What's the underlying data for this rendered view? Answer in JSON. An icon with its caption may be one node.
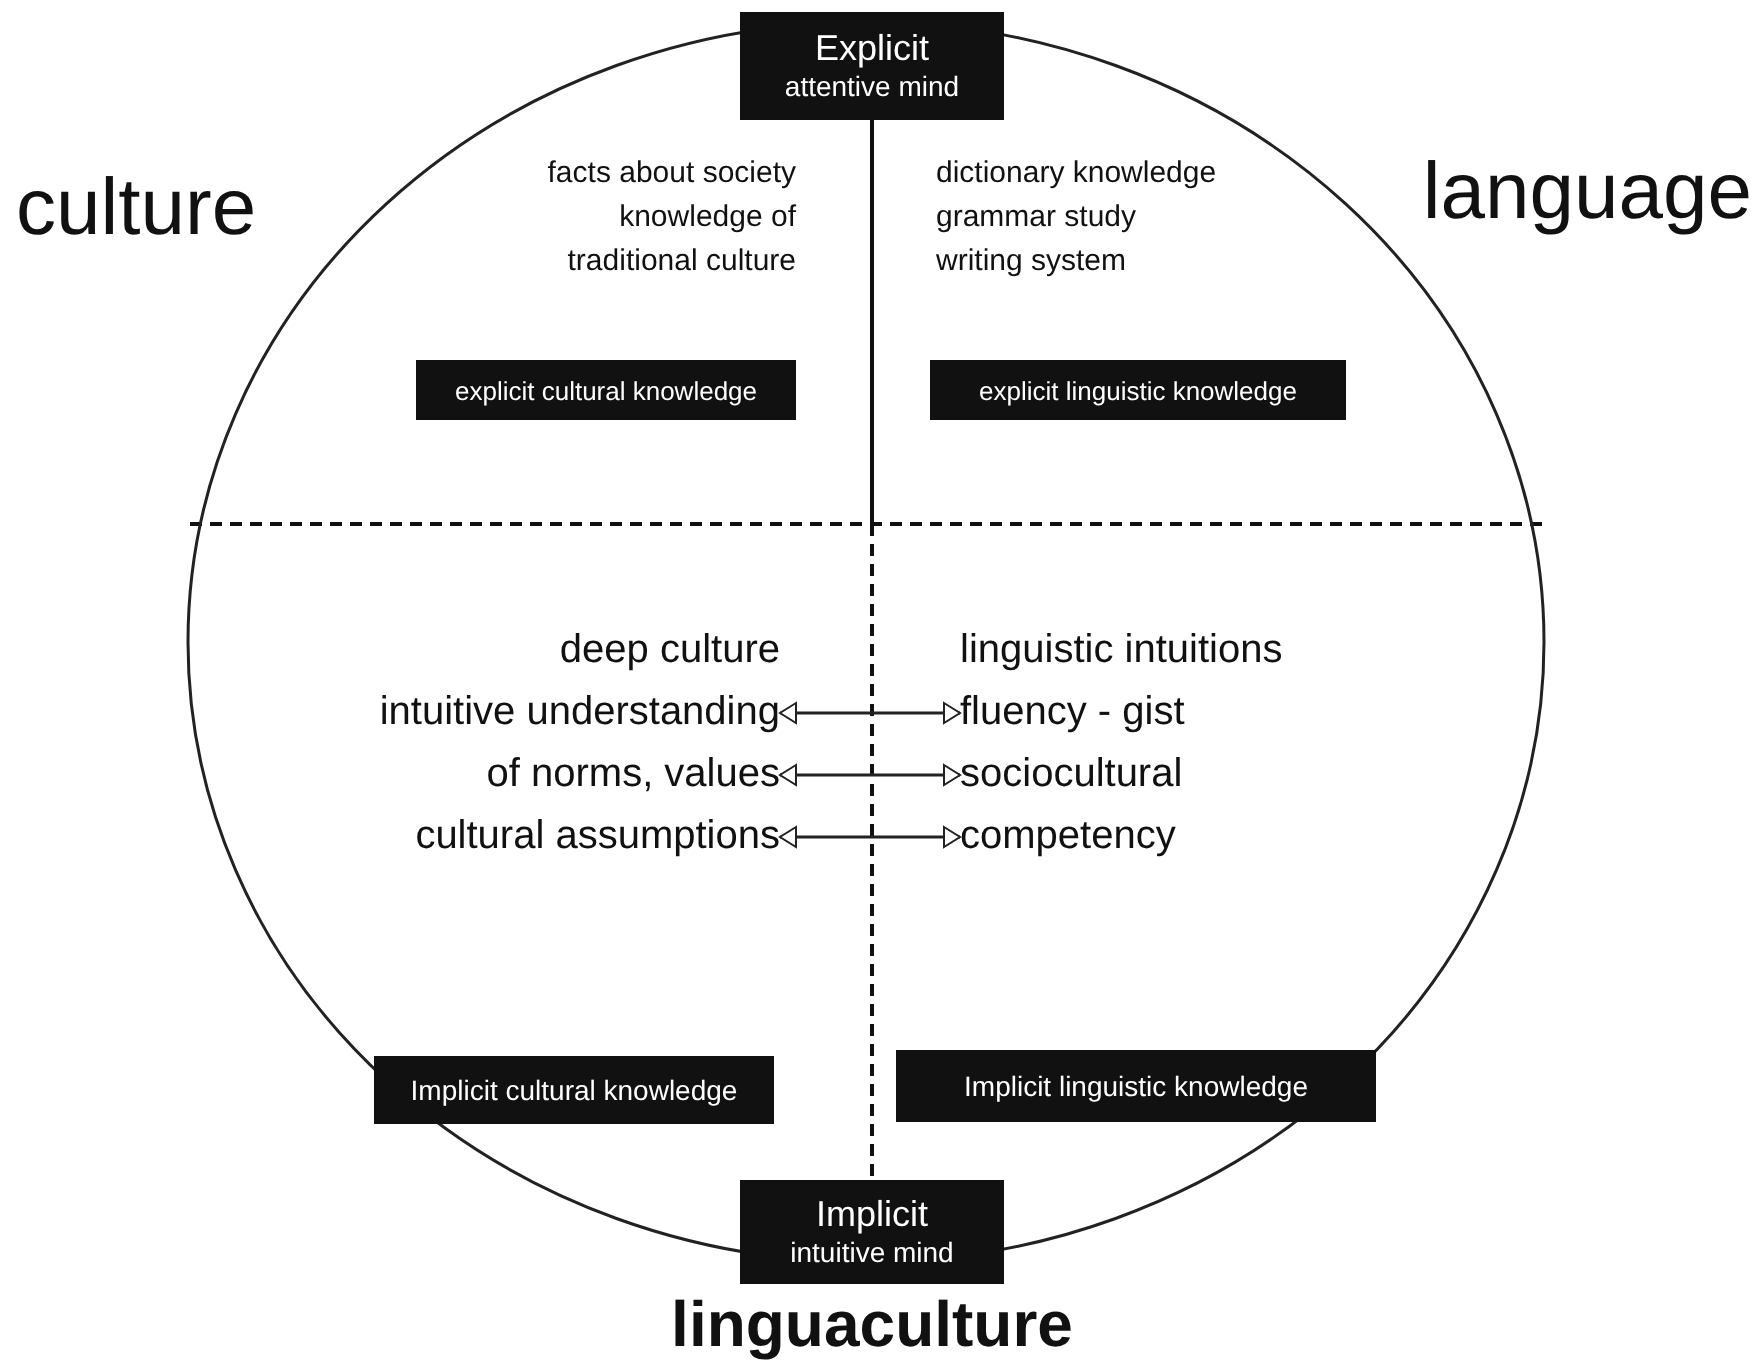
{
  "diagram": {
    "nodes": [
      {
        "text": [],
        "shape": "circle"
      },
      {
        "text": [
          "Explicit",
          "attentive mind"
        ]
      },
      {
        "text": [
          "explicit cultural knowledge"
        ],
        "in": 0
      },
      {
        "text": [
          "explicit linguistic knowledge"
        ],
        "in": 0
      },
      {
        "text": [
          "deep culture"
        ],
        "in": 0
      },
      {
        "text": [
          "intuitive understanding"
        ],
        "in": 0
      },
      {
        "text": [
          "of norms, values"
        ],
        "in": 0
      },
      {
        "text": [
          "cultural assumptions"
        ],
        "in": 0
      },
      {
        "text": [
          "linguistic intuitions"
        ],
        "in": 0
      },
      {
        "text": [
          "fluency -  gist"
        ],
        "in": 0
      },
      {
        "text": [
          "sociocultural"
        ],
        "in": 0
      },
      {
        "text": [
          "competency"
        ],
        "in": 0
      },
      {
        "text": [
          "Implicit cultural knowledge"
        ],
        "in": 0
      },
      {
        "text": [
          "Implicit linguistic knowledge"
        ],
        "in": 0
      },
      {
        "text": [
          "Implicit",
          "intuitive mind"
        ]
      }
    ],
    "edges": [
      {
        "from": 5,
        "to": 9,
        "arrow": "both"
      },
      {
        "from": 6,
        "to": 10,
        "arrow": "both"
      },
      {
        "from": 7,
        "to": 11,
        "arrow": "both"
      }
    ],
    "labels": [
      "culture",
      "language",
      "facts about society",
      "knowledge of",
      "traditional culture",
      "dictionary knowledge",
      "grammar study",
      "writing system",
      "linguaculture"
    ]
  }
}
